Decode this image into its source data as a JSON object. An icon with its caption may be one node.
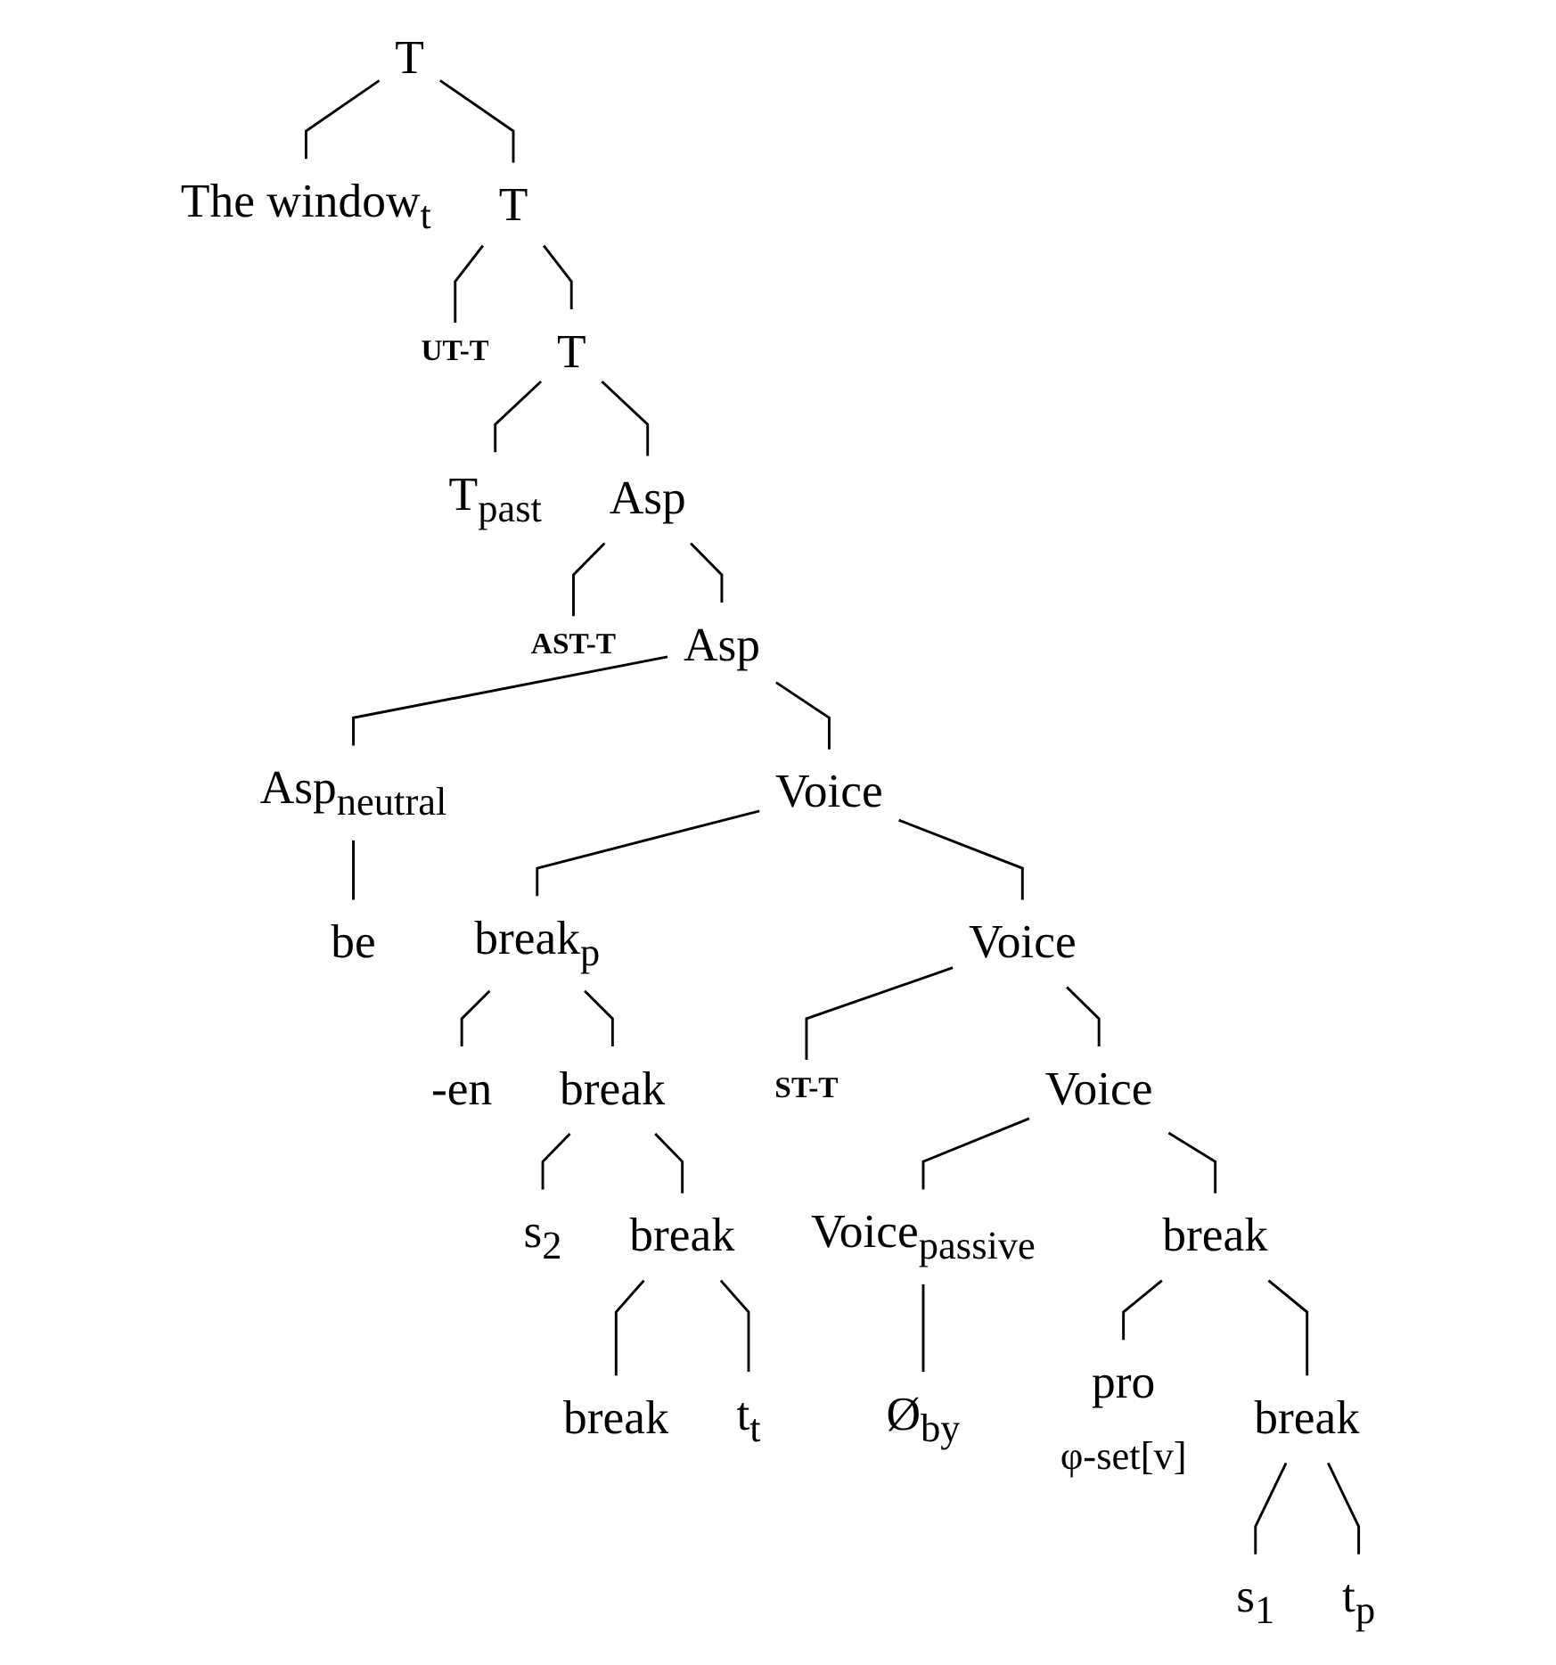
{
  "diagram": {
    "nodes": [
      {
        "text": [
          "T"
        ]
      },
      {
        "text": [
          "The window$_{t}$"
        ]
      },
      {
        "text": [
          "T"
        ]
      },
      {
        "text": [
          "UT-T"
        ]
      },
      {
        "text": [
          "T"
        ]
      },
      {
        "text": [
          "T$_{past}$"
        ]
      },
      {
        "text": [
          "Asp"
        ]
      },
      {
        "text": [
          "AST-T"
        ]
      },
      {
        "text": [
          "Asp"
        ]
      },
      {
        "text": [
          "Asp$_{neutral}$"
        ]
      },
      {
        "text": [
          "Voice"
        ]
      },
      {
        "text": [
          "be"
        ]
      },
      {
        "text": [
          "break$_{p}$"
        ]
      },
      {
        "text": [
          "Voice"
        ]
      },
      {
        "text": [
          "-en"
        ]
      },
      {
        "text": [
          "break"
        ]
      },
      {
        "text": [
          "ST-T"
        ]
      },
      {
        "text": [
          "Voice"
        ]
      },
      {
        "text": [
          "s$_{2}$"
        ]
      },
      {
        "text": [
          "break"
        ]
      },
      {
        "text": [
          "Voice$_{passive}$"
        ]
      },
      {
        "text": [
          "break"
        ]
      },
      {
        "text": [
          "break"
        ]
      },
      {
        "text": [
          "t$_{t}$"
        ]
      },
      {
        "text": [
          "Ø$_{by}$"
        ]
      },
      {
        "text": [
          "pro"
        ],
        "beside": [
          "φ-set[v]"
        ]
      },
      {
        "text": [
          "break"
        ]
      },
      {
        "text": [
          "s$_{1}$"
        ]
      },
      {
        "text": [
          "t$_{p}$"
        ]
      }
    ],
    "edges": [
      {
        "from": 0,
        "to": 1,
        "arrow": "none"
      },
      {
        "from": 0,
        "to": 2,
        "arrow": "none"
      },
      {
        "from": 2,
        "to": 3,
        "arrow": "none"
      },
      {
        "from": 2,
        "to": 4,
        "arrow": "none"
      },
      {
        "from": 4,
        "to": 5,
        "arrow": "none"
      },
      {
        "from": 4,
        "to": 6,
        "arrow": "none"
      },
      {
        "from": 6,
        "to": 7,
        "arrow": "none"
      },
      {
        "from": 6,
        "to": 8,
        "arrow": "none"
      },
      {
        "from": 8,
        "to": 9,
        "arrow": "none"
      },
      {
        "from": 8,
        "to": 10,
        "arrow": "none"
      },
      {
        "from": 9,
        "to": 11,
        "arrow": "none"
      },
      {
        "from": 10,
        "to": 12,
        "arrow": "none"
      },
      {
        "from": 10,
        "to": 13,
        "arrow": "none"
      },
      {
        "from": 12,
        "to": 14,
        "arrow": "none"
      },
      {
        "from": 12,
        "to": 15,
        "arrow": "none"
      },
      {
        "from": 13,
        "to": 16,
        "arrow": "none"
      },
      {
        "from": 13,
        "to": 17,
        "arrow": "none"
      },
      {
        "from": 15,
        "to": 18,
        "arrow": "none"
      },
      {
        "from": 15,
        "to": 19,
        "arrow": "none"
      },
      {
        "from": 17,
        "to": 20,
        "arrow": "none"
      },
      {
        "from": 17,
        "to": 21,
        "arrow": "none"
      },
      {
        "from": 19,
        "to": 22,
        "arrow": "none"
      },
      {
        "from": 19,
        "to": 23,
        "arrow": "none"
      },
      {
        "from": 20,
        "to": 24,
        "arrow": "none"
      },
      {
        "from": 21,
        "to": 25,
        "arrow": "none"
      },
      {
        "from": 21,
        "to": 26,
        "arrow": "none"
      },
      {
        "from": 26,
        "to": 27,
        "arrow": "none"
      },
      {
        "from": 26,
        "to": 28,
        "arrow": "none"
      }
    ]
  }
}
